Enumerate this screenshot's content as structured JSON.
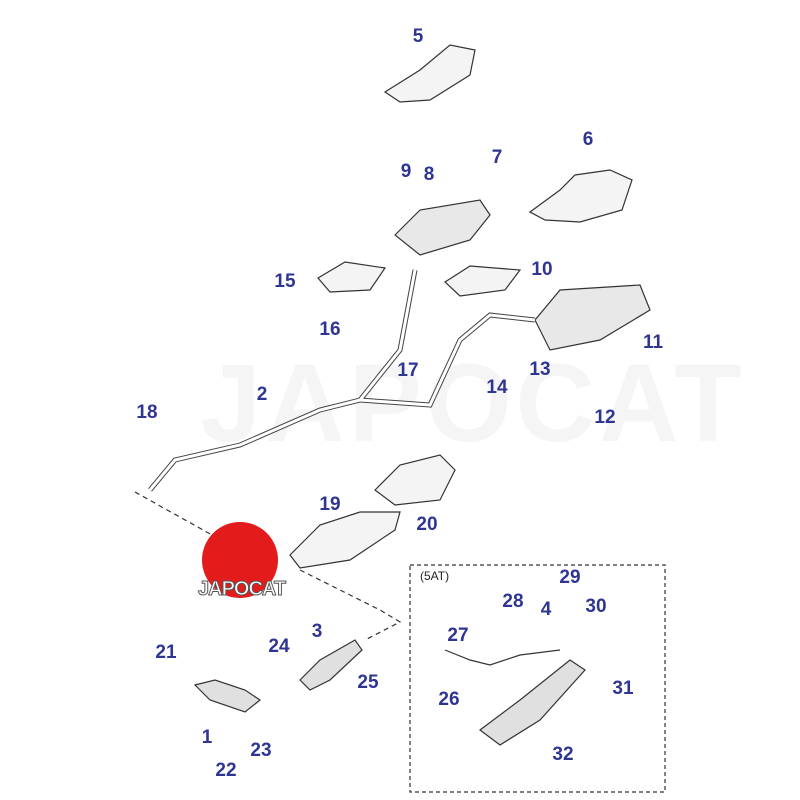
{
  "watermark": "JAPOCAT",
  "logo": {
    "text": "JAPOCAT",
    "color": "#e31b1b"
  },
  "label_color": "#2e3592",
  "variant_box_label": "(5AT)",
  "parts": [
    {
      "id": "p1",
      "number": "1"
    },
    {
      "id": "p2",
      "number": "2"
    },
    {
      "id": "p3",
      "number": "3"
    },
    {
      "id": "p4",
      "number": "4"
    },
    {
      "id": "p5",
      "number": "5"
    },
    {
      "id": "p6",
      "number": "6"
    },
    {
      "id": "p7",
      "number": "7"
    },
    {
      "id": "p8",
      "number": "8"
    },
    {
      "id": "p9",
      "number": "9"
    },
    {
      "id": "p10",
      "number": "10"
    },
    {
      "id": "p11",
      "number": "11"
    },
    {
      "id": "p12",
      "number": "12"
    },
    {
      "id": "p13",
      "number": "13"
    },
    {
      "id": "p14",
      "number": "14"
    },
    {
      "id": "p15",
      "number": "15"
    },
    {
      "id": "p16",
      "number": "16"
    },
    {
      "id": "p17",
      "number": "17"
    },
    {
      "id": "p18",
      "number": "18"
    },
    {
      "id": "p19",
      "number": "19"
    },
    {
      "id": "p20",
      "number": "20"
    },
    {
      "id": "p21",
      "number": "21"
    },
    {
      "id": "p22",
      "number": "22"
    },
    {
      "id": "p23",
      "number": "23"
    },
    {
      "id": "p24",
      "number": "24"
    },
    {
      "id": "p25",
      "number": "25"
    },
    {
      "id": "p26",
      "number": "26"
    },
    {
      "id": "p27",
      "number": "27"
    },
    {
      "id": "p28",
      "number": "28"
    },
    {
      "id": "p29",
      "number": "29"
    },
    {
      "id": "p30",
      "number": "30"
    },
    {
      "id": "p31",
      "number": "31"
    },
    {
      "id": "p32",
      "number": "32"
    }
  ]
}
